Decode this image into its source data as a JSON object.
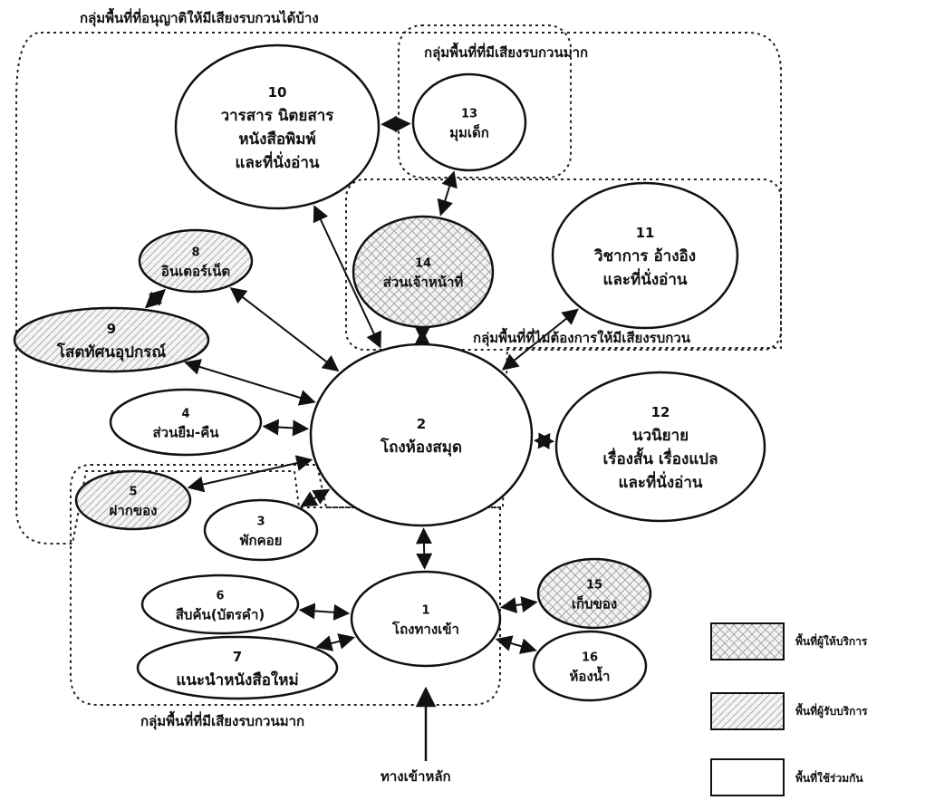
{
  "groups": {
    "allowed_some_noise": "กลุ่มพื้นที่ที่อนุญาติให้มีเสียงรบกวนได้บ้าง",
    "noisy_top": "กลุ่มพื้นที่ที่มีเสียงรบกวนมาก",
    "quiet": "กลุ่มพื้นที่ที่ไม่ต้องการให้มีเสียงรบกวน",
    "noisy_bottom": "กลุ่มพื้นที่ที่มีเสียงรบกวนมาก"
  },
  "nodes": [
    {
      "id": "1",
      "lines": [
        "1",
        "โถงทางเข้า"
      ],
      "fill": "plain"
    },
    {
      "id": "2",
      "lines": [
        "2",
        "โถงห้องสมุด"
      ],
      "fill": "plain"
    },
    {
      "id": "3",
      "lines": [
        "3",
        "พักคอย"
      ],
      "fill": "plain"
    },
    {
      "id": "4",
      "lines": [
        "4",
        "ส่วนยืม-คืน"
      ],
      "fill": "plain"
    },
    {
      "id": "5",
      "lines": [
        "5",
        "ฝากของ"
      ],
      "fill": "receiver"
    },
    {
      "id": "6",
      "lines": [
        "6",
        "สืบค้น(บัตรคำ)"
      ],
      "fill": "plain"
    },
    {
      "id": "7",
      "lines": [
        "7",
        "แนะนำหนังสือใหม่"
      ],
      "fill": "plain"
    },
    {
      "id": "8",
      "lines": [
        "8",
        "อินเตอร์เน็ต"
      ],
      "fill": "receiver"
    },
    {
      "id": "9",
      "lines": [
        "9",
        "โสตทัศนอุปกรณ์"
      ],
      "fill": "receiver"
    },
    {
      "id": "10",
      "lines": [
        "10",
        "วารสาร นิตยสาร",
        "หนังสือพิมพ์",
        "และที่นั่งอ่าน"
      ],
      "fill": "plain"
    },
    {
      "id": "11",
      "lines": [
        "11",
        "วิชาการ อ้างอิง",
        "และที่นั่งอ่าน"
      ],
      "fill": "plain"
    },
    {
      "id": "12",
      "lines": [
        "12",
        "นวนิยาย",
        "เรื่องสั้น เรื่องแปล",
        "และที่นั่งอ่าน"
      ],
      "fill": "plain"
    },
    {
      "id": "13",
      "lines": [
        "13",
        "มุมเด็ก"
      ],
      "fill": "plain"
    },
    {
      "id": "14",
      "lines": [
        "14",
        "ส่วนเจ้าหน้าที่"
      ],
      "fill": "provider"
    },
    {
      "id": "15",
      "lines": [
        "15",
        "เก็บของ"
      ],
      "fill": "provider"
    },
    {
      "id": "16",
      "lines": [
        "16",
        "ห้องน้ำ"
      ],
      "fill": "plain"
    }
  ],
  "edges": [
    [
      "10",
      "13"
    ],
    [
      "13",
      "14"
    ],
    [
      "10",
      "2"
    ],
    [
      "8",
      "9"
    ],
    [
      "8",
      "2"
    ],
    [
      "9",
      "2"
    ],
    [
      "4",
      "2"
    ],
    [
      "14",
      "2"
    ],
    [
      "11",
      "2"
    ],
    [
      "12",
      "2"
    ],
    [
      "2",
      "5"
    ],
    [
      "2",
      "3"
    ],
    [
      "2",
      "1"
    ],
    [
      "6",
      "1"
    ],
    [
      "7",
      "1"
    ],
    [
      "1",
      "15"
    ],
    [
      "1",
      "16"
    ]
  ],
  "entrance": "ทางเข้าหลัก",
  "legend": [
    {
      "label": "พื้นที่ผู้ให้บริการ",
      "fill": "provider"
    },
    {
      "label": "พื้นที่ผู้รับบริการ",
      "fill": "receiver"
    },
    {
      "label": "พื้นที่ใช้ร่วมกัน",
      "fill": "plain"
    }
  ]
}
